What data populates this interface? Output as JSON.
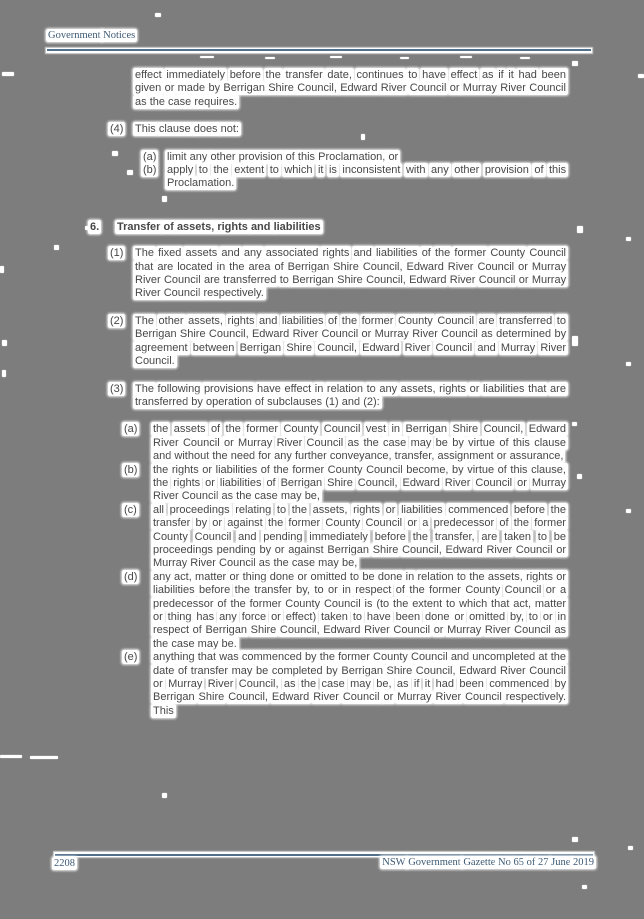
{
  "header": {
    "title": "Government Notices"
  },
  "content": {
    "continuation": "effect immediately before the transfer date, continues to have effect as if it had been given or made by Berrigan Shire Council, Edward River Council or Murray River Council as the case requires.",
    "clause4": {
      "num": "(4)",
      "text": "This clause does not:",
      "items": [
        {
          "label": "(a)",
          "text": "limit any other provision of this Proclamation, or"
        },
        {
          "label": "(b)",
          "text": "apply to the extent to which it is inconsistent with any other provision of this Proclamation."
        }
      ]
    },
    "section6": {
      "num": "6.",
      "title": "Transfer of assets, rights and liabilities",
      "clauses": [
        {
          "num": "(1)",
          "text": "The fixed assets and any associated rights and liabilities of the former County Council that are located in the area of Berrigan Shire Council, Edward River Council or Murray River Council are transferred to Berrigan Shire Council, Edward River Council or Murray River Council respectively."
        },
        {
          "num": "(2)",
          "text": "The other assets, rights and liabilities of the former County Council are transferred to Berrigan Shire Council, Edward River Council or Murray River Council as determined by agreement between Berrigan Shire Council, Edward River Council and Murray River Council."
        },
        {
          "num": "(3)",
          "text": "The following provisions have effect in relation to any assets, rights or liabilities that are transferred by operation of subclauses (1) and (2):",
          "items": [
            {
              "label": "(a)",
              "text": "the assets of the former County Council vest in Berrigan Shire Council, Edward River Council or Murray River Council as the case may be by virtue of this clause and without the need for any further conveyance, transfer, assignment or assurance,"
            },
            {
              "label": "(b)",
              "text": "the rights or liabilities of the former County Council become, by virtue of this clause, the rights or liabilities of Berrigan Shire Council, Edward River Council or Murray River Council as the case may be,"
            },
            {
              "label": "(c)",
              "text": "all proceedings relating to the assets, rights or liabilities commenced before the transfer by or against the former County Council or a predecessor of the former County Council and pending immediately before the transfer, are taken to be proceedings pending by or against Berrigan Shire Council, Edward River Council or Murray River Council as the case may be,"
            },
            {
              "label": "(d)",
              "text": "any act, matter or thing done or omitted to be done in relation to the assets, rights or liabilities before the transfer by, to or in respect of the former County Council or a predecessor of the former County Council is (to the extent to which that act, matter or thing has any force or effect) taken to have been done or omitted by, to or in respect of Berrigan Shire Council, Edward River Council or Murray River Council as the case may be."
            },
            {
              "label": "(e)",
              "text": "anything that was commenced by the former County Council and uncompleted at the date of transfer may be completed by Berrigan Shire Council, Edward River Council or Murray River Council, as the case may be, as if it had been commenced by Berrigan Shire Council, Edward River Council or Murray River Council respectively. This"
            }
          ]
        }
      ]
    }
  },
  "footer": {
    "page_number": "2208",
    "gazette_ref": "NSW Government Gazette No 65 of 27 June 2019"
  },
  "colors": {
    "page_background": "#7d7d7d",
    "text": "#474747",
    "accent_blue": "#3c5a75",
    "rule_blue": "#52708c",
    "box_white": "#ffffff"
  }
}
